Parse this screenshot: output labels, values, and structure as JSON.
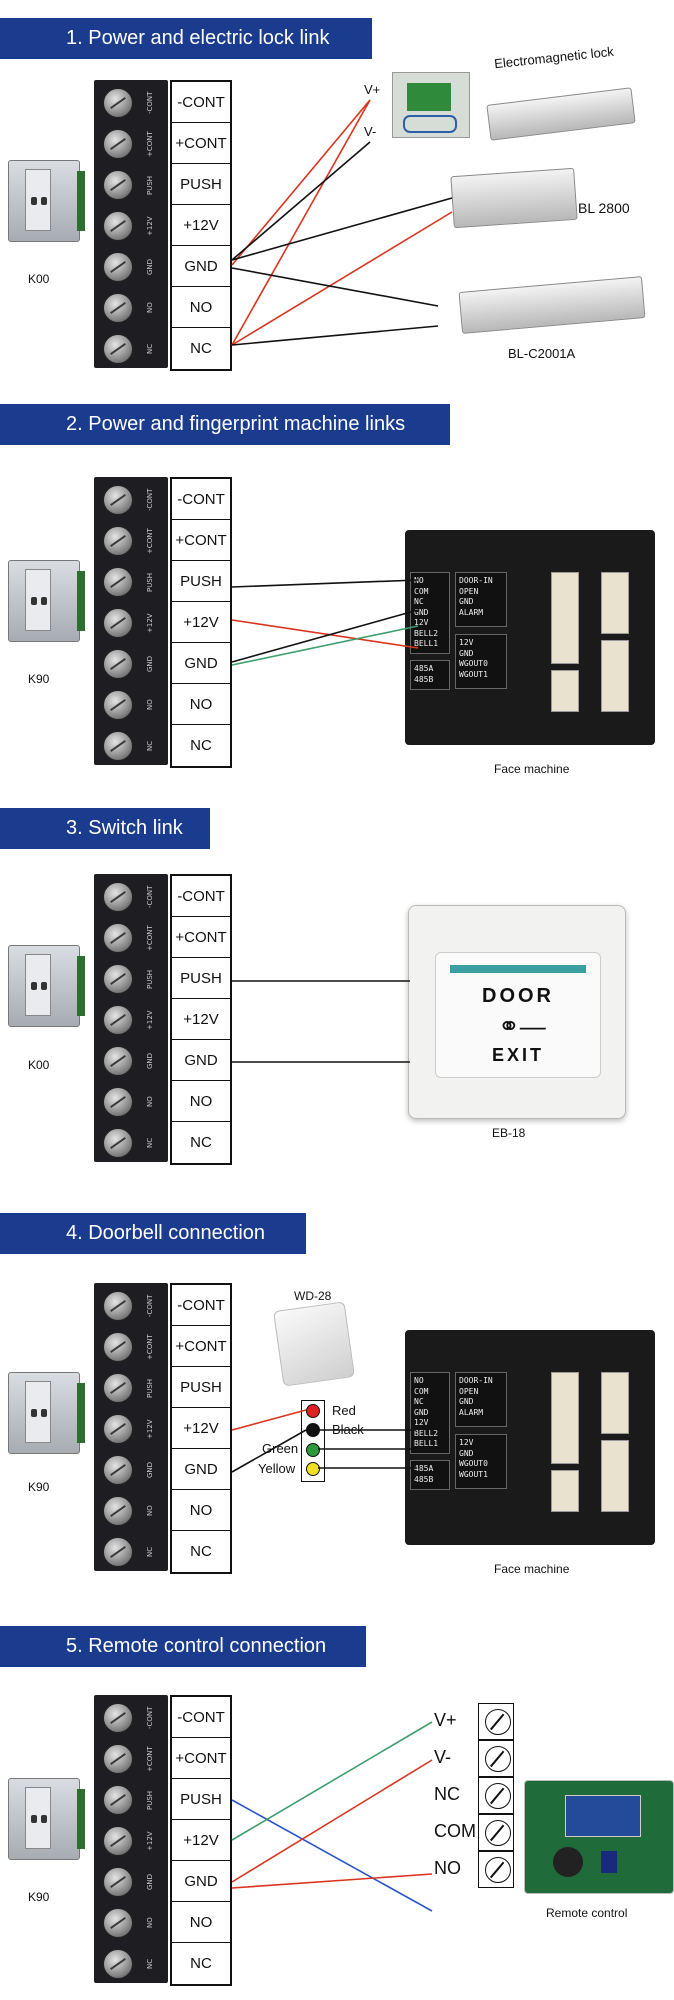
{
  "terminal_labels": [
    "-CONT",
    "+CONT",
    "PUSH",
    "+12V",
    "GND",
    "NO",
    "NC"
  ],
  "block_side_labels": [
    "-CONT",
    "+CONT",
    "PUSH",
    "+12V",
    "GND",
    "NO",
    "NC"
  ],
  "sections": [
    {
      "title": "1. Power and electric lock link",
      "device_label": "K00",
      "locks": {
        "maglock": "Electromagnetic lock",
        "bl2800": "BL 2800",
        "blc2001a": "BL-C2001A"
      },
      "wire_labels": {
        "vplus": "V+",
        "vminus": "V-"
      }
    },
    {
      "title": "2. Power and fingerprint machine links",
      "device_label": "K90",
      "machine_caption": "Face machine"
    },
    {
      "title": "3. Switch link",
      "device_label": "K00",
      "switch": {
        "top": "DOOR",
        "bottom": "EXIT",
        "caption": "EB-18"
      }
    },
    {
      "title": "4. Doorbell connection",
      "device_label": "K90",
      "doorbell_model": "WD-28",
      "bell_wires": {
        "red": "Red",
        "black": "Black",
        "green": "Green",
        "yellow": "Yellow"
      },
      "machine_caption": "Face machine"
    },
    {
      "title": "5. Remote control connection",
      "device_label": "K90",
      "remote_terminals": [
        "V+",
        "V-",
        "NC",
        "COM",
        "NO"
      ],
      "remote_caption": "Remote control"
    }
  ],
  "machine_panel": {
    "left": [
      "NO",
      "COM",
      "NC",
      "GND",
      "12V",
      "BELL2",
      "BELL1"
    ],
    "left_bottom": [
      "485A",
      "485B"
    ],
    "right": [
      "DOOR-IN",
      "OPEN",
      "GND",
      "ALARM"
    ],
    "right_bottom": [
      "12V",
      "GND",
      "WGOUT0",
      "WGOUT1"
    ]
  },
  "colors": {
    "banner": "#1a3b8e",
    "wire_red": "#d9341e",
    "wire_black": "#111111",
    "wire_green": "#3e9e6e",
    "wire_blue": "#2952c8"
  }
}
